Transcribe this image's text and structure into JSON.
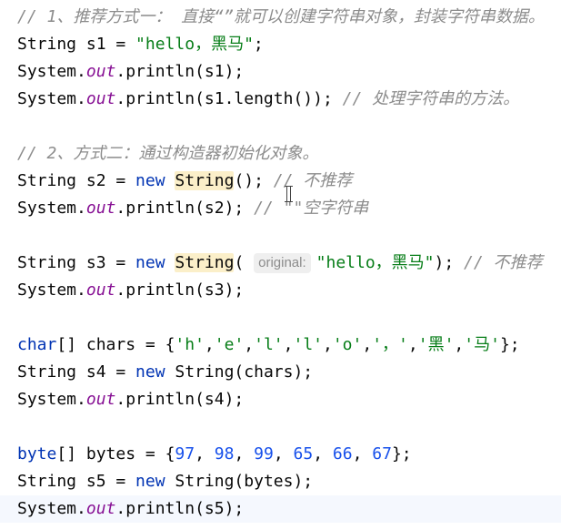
{
  "editor": {
    "lines": [
      [
        {
          "c": "cm",
          "t": "// 1、推荐方式一： 直接“”就可以创建字符串对象，封装字符串数据。"
        }
      ],
      [
        {
          "c": "",
          "t": "String s1 = "
        },
        {
          "c": "str",
          "t": "\"hello，黑马\""
        },
        {
          "c": "",
          "t": ";"
        }
      ],
      [
        {
          "c": "",
          "t": "System."
        },
        {
          "c": "fld",
          "t": "out"
        },
        {
          "c": "",
          "t": ".println(s1);"
        }
      ],
      [
        {
          "c": "",
          "t": "System."
        },
        {
          "c": "fld",
          "t": "out"
        },
        {
          "c": "",
          "t": ".println(s1.length()); "
        },
        {
          "c": "cm",
          "t": "// 处理字符串的方法。"
        }
      ],
      [],
      [
        {
          "c": "cm",
          "t": "// 2、方式二：通过构造器初始化对象。"
        }
      ],
      [
        {
          "c": "",
          "t": "String s2 = "
        },
        {
          "c": "kw",
          "t": "new "
        },
        {
          "c": "hl",
          "t": "String"
        },
        {
          "c": "",
          "t": "(); "
        },
        {
          "c": "cm",
          "t": "// 不推荐"
        }
      ],
      [
        {
          "c": "",
          "t": "System."
        },
        {
          "c": "fld",
          "t": "out"
        },
        {
          "c": "",
          "t": ".println(s2); "
        },
        {
          "c": "cm",
          "t": "// \"\"空字符串"
        }
      ],
      [],
      [
        {
          "c": "",
          "t": "String s3 = "
        },
        {
          "c": "kw",
          "t": "new "
        },
        {
          "c": "hl",
          "t": "String"
        },
        {
          "c": "",
          "t": "( "
        },
        {
          "c": "hint",
          "t": "original:"
        },
        {
          "c": "str",
          "t": "\"hello，黑马\""
        },
        {
          "c": "",
          "t": "); "
        },
        {
          "c": "cm",
          "t": "// 不推荐"
        }
      ],
      [
        {
          "c": "",
          "t": "System."
        },
        {
          "c": "fld",
          "t": "out"
        },
        {
          "c": "",
          "t": ".println(s3);"
        }
      ],
      [],
      [
        {
          "c": "kw",
          "t": "char"
        },
        {
          "c": "",
          "t": "[] chars = {"
        },
        {
          "c": "str",
          "t": "'h'"
        },
        {
          "c": "",
          "t": ","
        },
        {
          "c": "str",
          "t": "'e'"
        },
        {
          "c": "",
          "t": ","
        },
        {
          "c": "str",
          "t": "'l'"
        },
        {
          "c": "",
          "t": ","
        },
        {
          "c": "str",
          "t": "'l'"
        },
        {
          "c": "",
          "t": ","
        },
        {
          "c": "str",
          "t": "'o'"
        },
        {
          "c": "",
          "t": ","
        },
        {
          "c": "str",
          "t": "'，'"
        },
        {
          "c": "",
          "t": ","
        },
        {
          "c": "str",
          "t": "'黑'"
        },
        {
          "c": "",
          "t": ","
        },
        {
          "c": "str",
          "t": "'马'"
        },
        {
          "c": "",
          "t": "};"
        }
      ],
      [
        {
          "c": "",
          "t": "String s4 = "
        },
        {
          "c": "kw",
          "t": "new "
        },
        {
          "c": "",
          "t": "String(chars);"
        }
      ],
      [
        {
          "c": "",
          "t": "System."
        },
        {
          "c": "fld",
          "t": "out"
        },
        {
          "c": "",
          "t": ".println(s4);"
        }
      ],
      [],
      [
        {
          "c": "kw",
          "t": "byte"
        },
        {
          "c": "",
          "t": "[] bytes = {"
        },
        {
          "c": "num",
          "t": "97"
        },
        {
          "c": "",
          "t": ", "
        },
        {
          "c": "num",
          "t": "98"
        },
        {
          "c": "",
          "t": ", "
        },
        {
          "c": "num",
          "t": "99"
        },
        {
          "c": "",
          "t": ", "
        },
        {
          "c": "num",
          "t": "65"
        },
        {
          "c": "",
          "t": ", "
        },
        {
          "c": "num",
          "t": "66"
        },
        {
          "c": "",
          "t": ", "
        },
        {
          "c": "num",
          "t": "67"
        },
        {
          "c": "",
          "t": "};"
        }
      ],
      [
        {
          "c": "",
          "t": "String s5 = "
        },
        {
          "c": "kw",
          "t": "new "
        },
        {
          "c": "",
          "t": "String(bytes);"
        }
      ],
      [
        {
          "c": "",
          "t": "System."
        },
        {
          "c": "fld",
          "t": "out"
        },
        {
          "c": "",
          "t": ".println(s5);"
        }
      ]
    ],
    "current_line": 18
  }
}
